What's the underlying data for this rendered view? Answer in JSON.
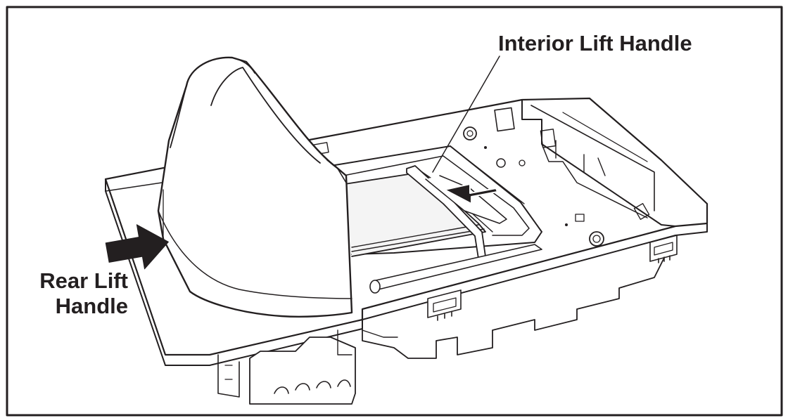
{
  "labels": {
    "interior_lift_handle": "Interior Lift Handle",
    "rear_lift_handle_line1": "Rear Lift",
    "rear_lift_handle_line2": "Handle"
  },
  "colors": {
    "ink": "#231f20",
    "paper": "#ffffff",
    "panel_fill": "#f1f1f1"
  }
}
